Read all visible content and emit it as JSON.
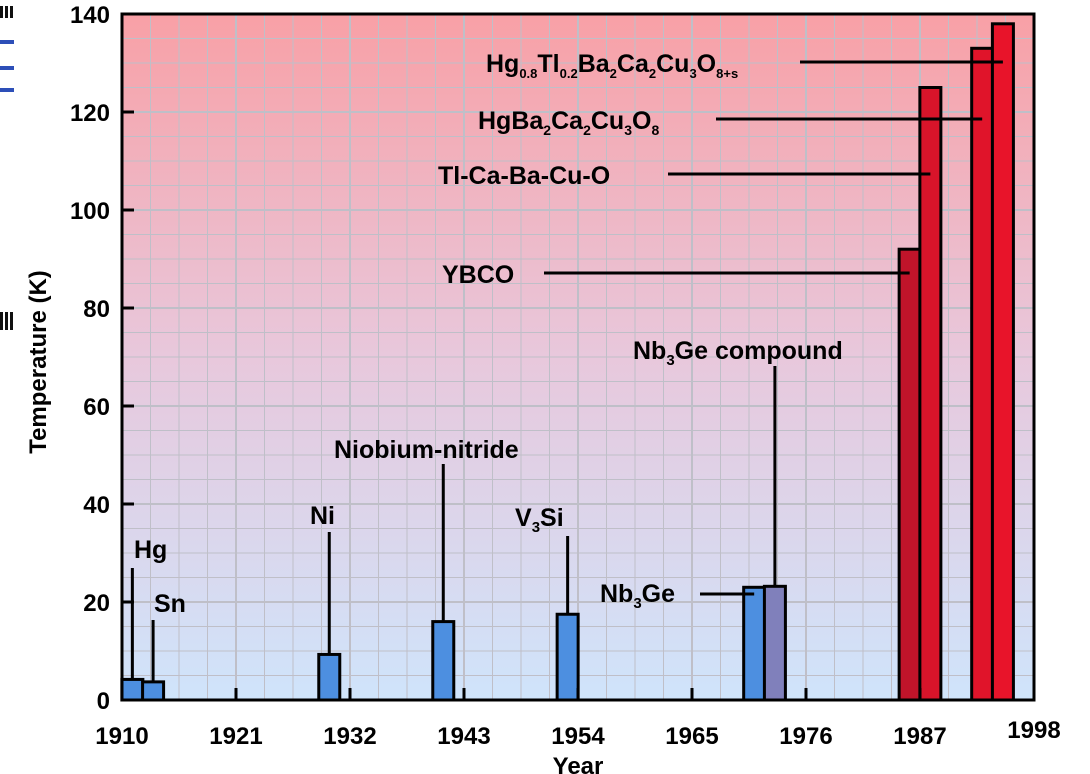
{
  "chart_data": {
    "type": "bar",
    "title": "",
    "xlabel": "Year",
    "ylabel": "Temperature (K)",
    "xlim": [
      1910,
      1998
    ],
    "ylim": [
      0,
      140
    ],
    "x_ticks": [
      "1910",
      "1921",
      "1932",
      "1943",
      "1954",
      "1965",
      "1976",
      "1987",
      "1998"
    ],
    "y_ticks": [
      "0",
      "20",
      "40",
      "60",
      "80",
      "100",
      "120",
      "140"
    ],
    "grid": true,
    "colors": {
      "low_tc_bar": "#4d8fe0",
      "nb3ge_compound_bar": "#8080bb",
      "high_tc_bar": "#e0142a",
      "background_top": "#f8a0a6",
      "background_bottom": "#cfe4fb"
    },
    "bars": [
      {
        "year": 1911,
        "value": 4.2,
        "color": "#4d8fe0"
      },
      {
        "year": 1913,
        "value": 3.7,
        "color": "#4d8fe0"
      },
      {
        "year": 1930,
        "value": 9.3,
        "color": "#4d8fe0"
      },
      {
        "year": 1941,
        "value": 16,
        "color": "#4d8fe0"
      },
      {
        "year": 1953,
        "value": 17.5,
        "color": "#4d8fe0"
      },
      {
        "year": 1971,
        "value": 23,
        "color": "#4d8fe0"
      },
      {
        "year": 1973,
        "value": 23.2,
        "color": "#8080bb"
      },
      {
        "year": 1986,
        "value": 92,
        "color": "#c0142a"
      },
      {
        "year": 1988,
        "value": 125,
        "color": "#d8142a"
      },
      {
        "year": 1993,
        "value": 133,
        "color": "#e0142a"
      },
      {
        "year": 1995,
        "value": 138,
        "color": "#e8142a"
      }
    ],
    "annotations": [
      {
        "text": "Hg",
        "year": 1911
      },
      {
        "text": "Sn",
        "year": 1913
      },
      {
        "text": "Ni",
        "year": 1930
      },
      {
        "text": "Niobium-nitride",
        "year": 1941
      },
      {
        "text": "V3Si",
        "year": 1953
      },
      {
        "text": "Nb3Ge",
        "year": 1971
      },
      {
        "text": "Nb3Ge compound",
        "year": 1973
      },
      {
        "text": "YBCO",
        "year": 1986
      },
      {
        "text": "Tl-Ca-Ba-Cu-O",
        "year": 1988
      },
      {
        "text": "HgBa2Ca2Cu3O8",
        "year": 1993
      },
      {
        "text": "Hg0.8Tl0.2Ba2Ca2Cu3O8+s",
        "year": 1995
      }
    ]
  }
}
